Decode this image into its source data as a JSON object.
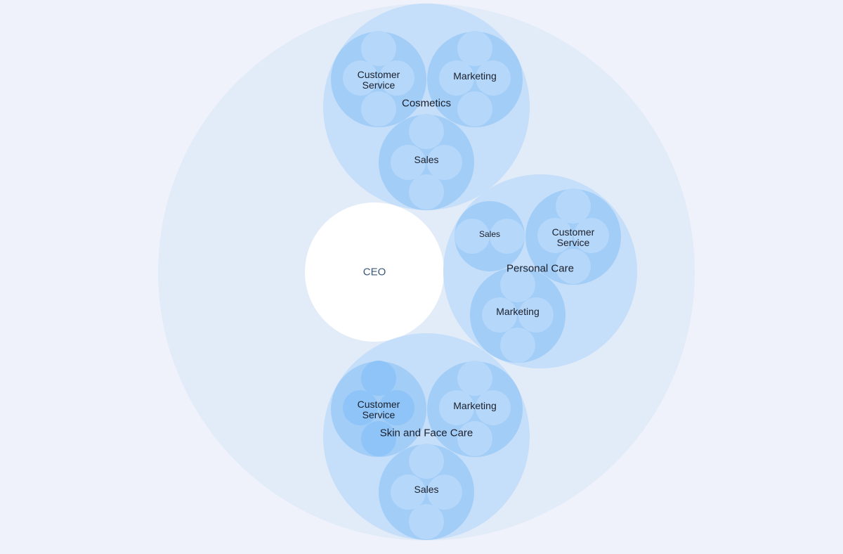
{
  "root": {
    "label": "CEO"
  },
  "departments": [
    {
      "name": "Cosmetics",
      "teams": [
        {
          "lines": [
            "Customer",
            "Service"
          ]
        },
        {
          "lines": [
            "Marketing"
          ]
        },
        {
          "lines": [
            "Sales"
          ]
        }
      ]
    },
    {
      "name": "Personal Care",
      "teams": [
        {
          "lines": [
            "Sales"
          ]
        },
        {
          "lines": [
            "Customer",
            "Service"
          ]
        },
        {
          "lines": [
            "Marketing"
          ]
        }
      ]
    },
    {
      "name": "Skin and Face Care",
      "teams": [
        {
          "lines": [
            "Customer",
            "Service"
          ]
        },
        {
          "lines": [
            "Marketing"
          ]
        },
        {
          "lines": [
            "Sales"
          ]
        }
      ]
    }
  ],
  "colors": {
    "background": "#f0f2fb",
    "root_circle": "#e2ecf8",
    "department_circle": "#c5def9",
    "team_circle": "#a2cdf7",
    "member_circle": "#b5d7fa",
    "member_highlight": "#8ec4f8",
    "ceo_circle": "#ffffff"
  }
}
